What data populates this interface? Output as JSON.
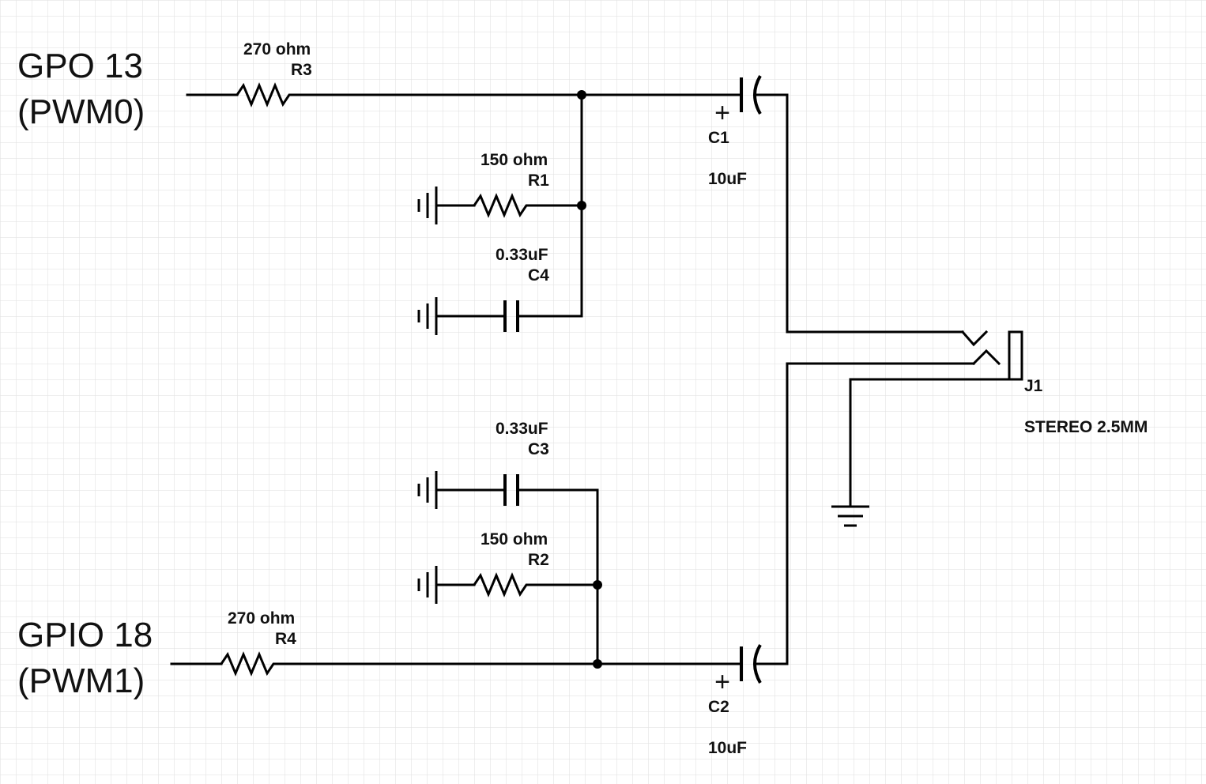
{
  "inputs": {
    "top": {
      "line1": "GPO 13",
      "line2": "(PWM0)"
    },
    "bottom": {
      "line1": "GPIO 18",
      "line2": "(PWM1)"
    }
  },
  "components": {
    "r3": {
      "value": "270 ohm",
      "ref": "R3"
    },
    "r1": {
      "value": "150 ohm",
      "ref": "R1"
    },
    "c4": {
      "value": "0.33uF",
      "ref": "C4"
    },
    "c1": {
      "ref": "C1",
      "value": "10uF",
      "polarity": "+"
    },
    "c3": {
      "value": "0.33uF",
      "ref": "C3"
    },
    "r2": {
      "value": "150 ohm",
      "ref": "R2"
    },
    "r4": {
      "value": "270 ohm",
      "ref": "R4"
    },
    "c2": {
      "ref": "C2",
      "value": "10uF",
      "polarity": "+"
    },
    "j1": {
      "ref": "J1",
      "value": "STEREO 2.5MM"
    }
  },
  "colors": {
    "grid": "#e3e3e3",
    "ink": "#000000",
    "background": "#ffffff"
  }
}
